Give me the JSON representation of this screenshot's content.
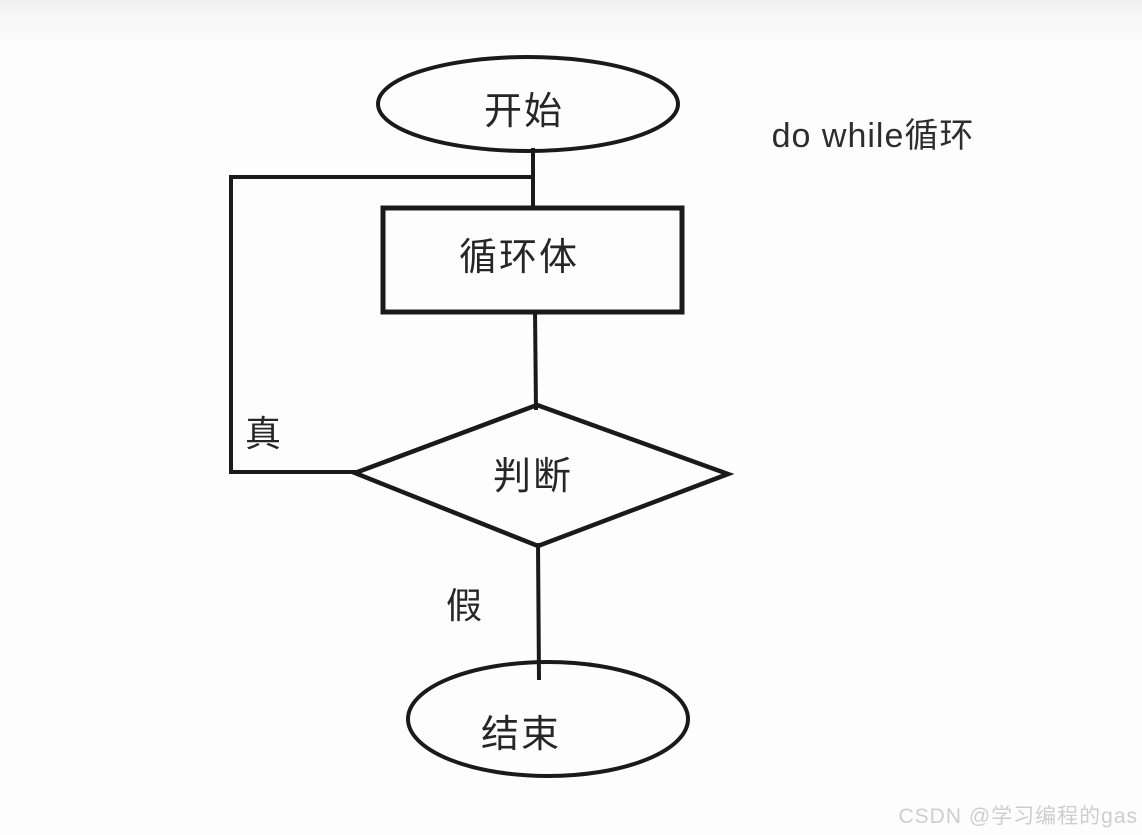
{
  "diagram": {
    "title": "do while循环",
    "nodes": {
      "start": {
        "label": "开始",
        "shape": "ellipse"
      },
      "loop_body": {
        "label": "循环体",
        "shape": "rect"
      },
      "condition": {
        "label": "判断",
        "shape": "diamond"
      },
      "end": {
        "label": "结束",
        "shape": "ellipse"
      }
    },
    "edge_labels": {
      "true_branch": "真",
      "false_branch": "假"
    },
    "colors": {
      "stroke": "#1a1a1a",
      "text": "#262626",
      "background": "#fdfdfd",
      "watermark": "#cdcdcd"
    }
  },
  "watermark": "CSDN @学习编程的gas"
}
